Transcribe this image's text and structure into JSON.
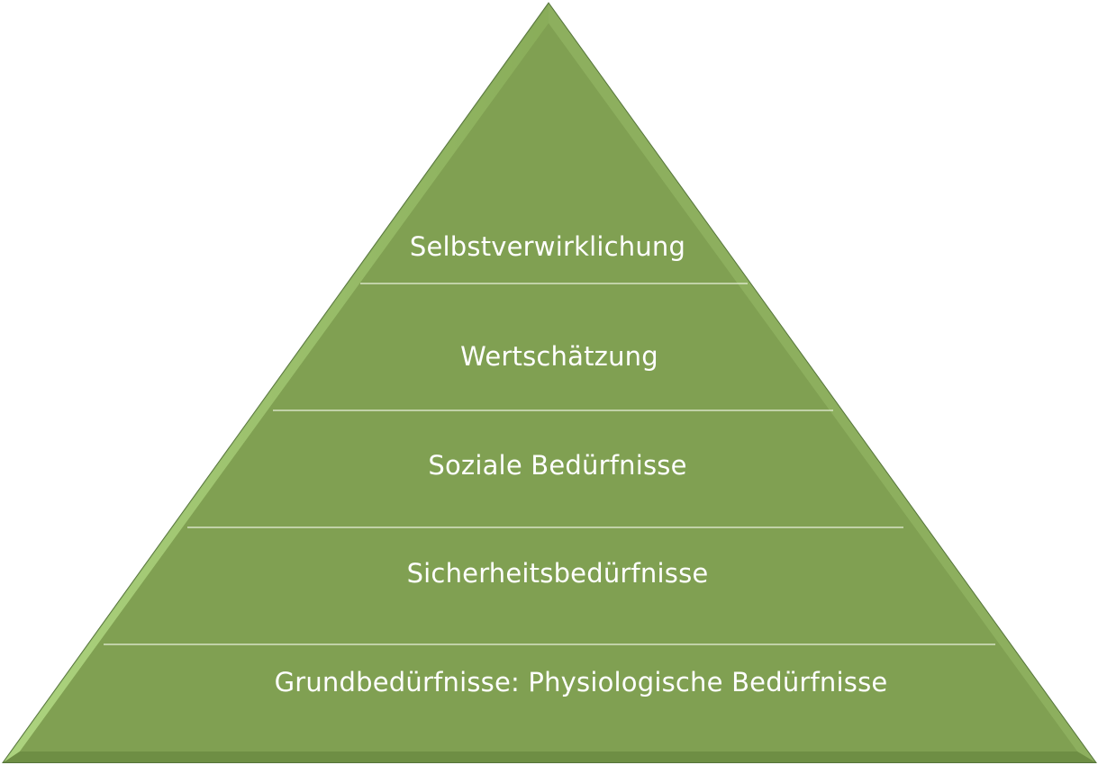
{
  "colors": {
    "fill": "#80a052",
    "edge": "#5a7a38",
    "highlight": "#b8e08a",
    "divider": "#e8f0dc",
    "text": "#ffffff"
  },
  "levels": [
    {
      "label": "Selbstverwirklichung"
    },
    {
      "label": "Wertschätzung"
    },
    {
      "label": "Soziale Bedürfnisse"
    },
    {
      "label": "Sicherheitsbedürfnisse"
    },
    {
      "label": "Grundbedürfnisse: Physiologische Bedürfnisse"
    }
  ]
}
